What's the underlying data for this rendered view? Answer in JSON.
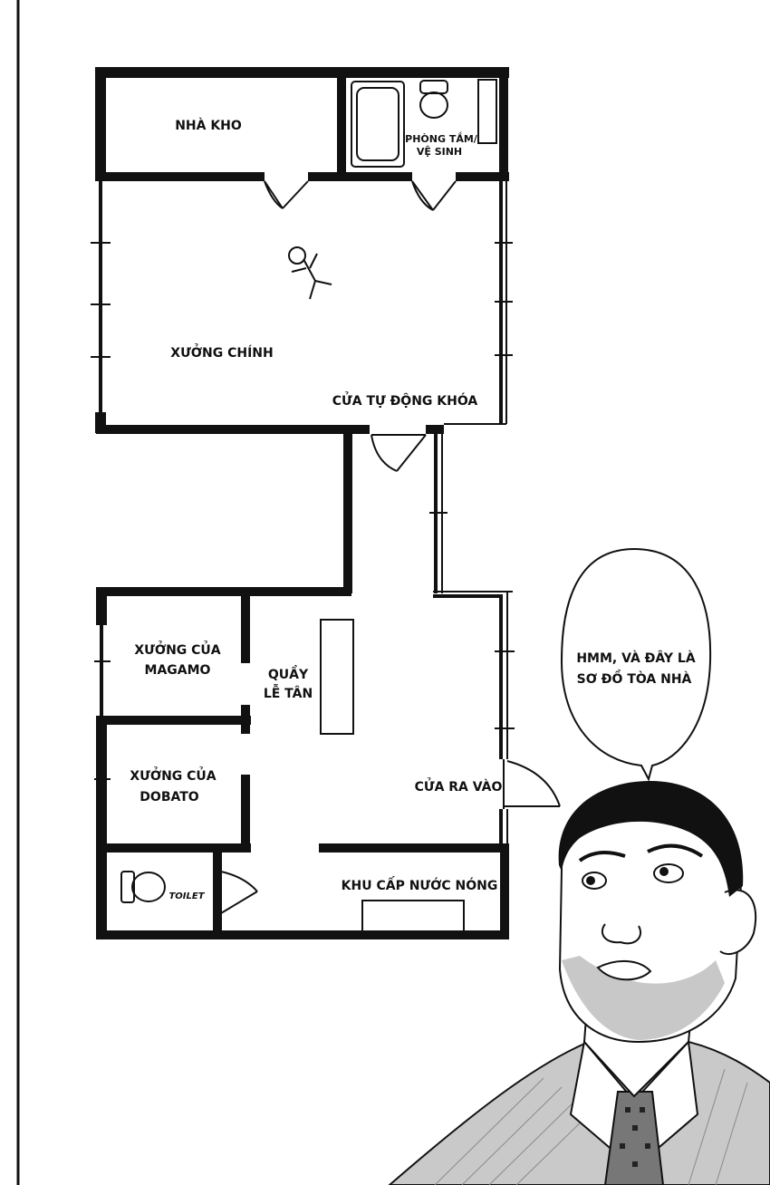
{
  "floorplan": {
    "storage": "NHÀ KHO",
    "bathroom": [
      "PHÒNG TẮM/",
      "VỆ SINH"
    ],
    "main_workshop": "XƯỞNG CHÍNH",
    "auto_lock_door": "CỬA TỰ ĐỘNG KHÓA",
    "magamo_workshop": [
      "XƯỞNG CỦA",
      "MAGAMO"
    ],
    "dobato_workshop": [
      "XƯỞNG CỦA",
      "DOBATO"
    ],
    "reception": [
      "QUẦY",
      "LỄ TÂN"
    ],
    "entrance": "CỬA RA VÀO",
    "toilet": "TOILET",
    "hot_water_area": "KHU CẤP NƯỚC NÓNG"
  },
  "speech": {
    "lines": [
      "HMM, VÀ ĐÂY LÀ",
      "SƠ ĐỒ TÒA NHÀ"
    ]
  }
}
